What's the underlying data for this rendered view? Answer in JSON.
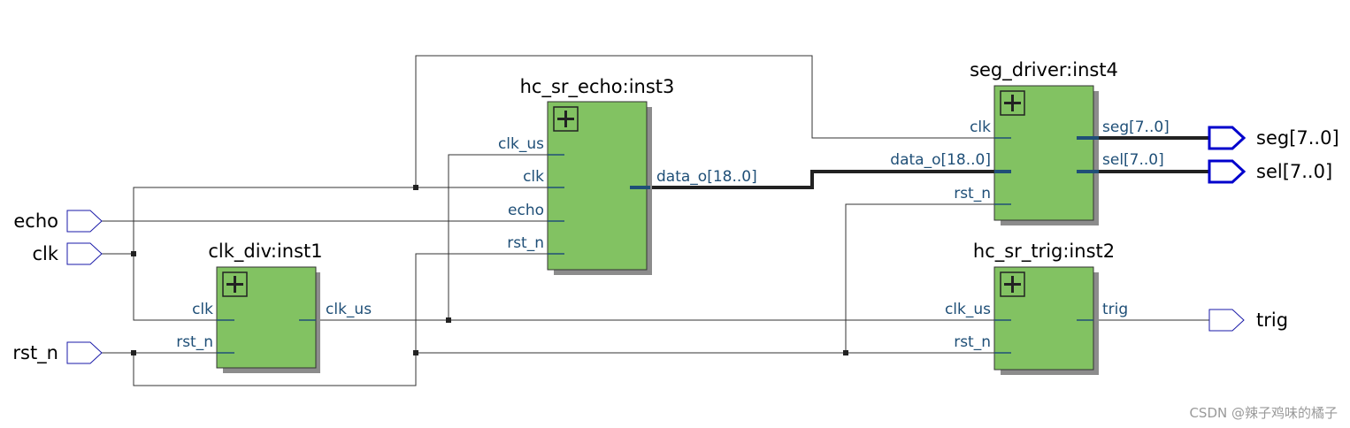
{
  "inputs": {
    "echo": "echo",
    "clk": "clk",
    "rst_n": "rst_n"
  },
  "outputs": {
    "seg": "seg[7..0]",
    "sel": "sel[7..0]",
    "trig": "trig"
  },
  "clk_div": {
    "title": "clk_div:inst1",
    "clk": "clk",
    "rst_n": "rst_n",
    "clk_us": "clk_us"
  },
  "hc_sr_echo": {
    "title": "hc_sr_echo:inst3",
    "clk_us": "clk_us",
    "clk": "clk",
    "echo": "echo",
    "rst_n": "rst_n",
    "data_o": "data_o[18..0]"
  },
  "seg_driver": {
    "title": "seg_driver:inst4",
    "clk": "clk",
    "data_o": "data_o[18..0]",
    "rst_n": "rst_n",
    "seg": "seg[7..0]",
    "sel": "sel[7..0]"
  },
  "hc_sr_trig": {
    "title": "hc_sr_trig:inst2",
    "clk_us": "clk_us",
    "rst_n": "rst_n",
    "trig": "trig"
  },
  "watermark": "CSDN @辣子鸡味的橘子",
  "colors": {
    "block_fill": "#82c262",
    "port_text": "#1f4f77",
    "bus_output": "#0000cc",
    "wire": "#333333"
  }
}
